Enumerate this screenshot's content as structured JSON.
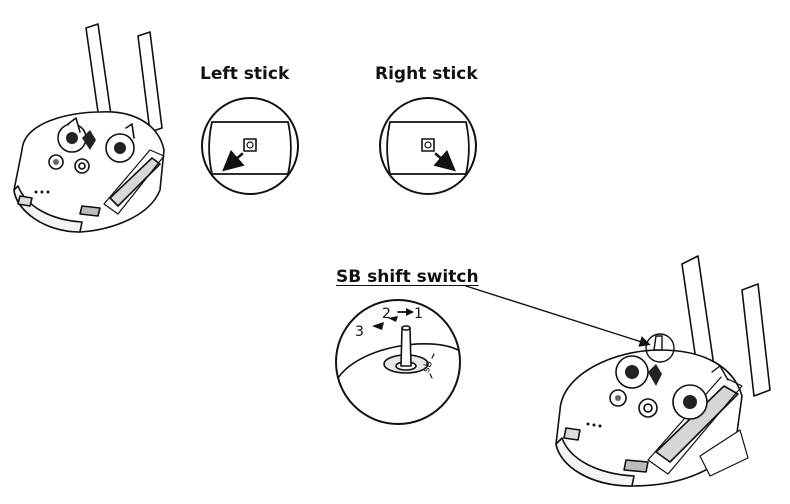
{
  "labels": {
    "left_stick": "Left stick",
    "right_stick": "Right stick",
    "sb_shift_switch": "SB shift switch"
  },
  "switch_positions": [
    "3",
    "2",
    "1"
  ],
  "switch_marker": "sb",
  "colors": {
    "line": "#111111",
    "shade": "#cfcfcf",
    "fill": "#ffffff"
  }
}
